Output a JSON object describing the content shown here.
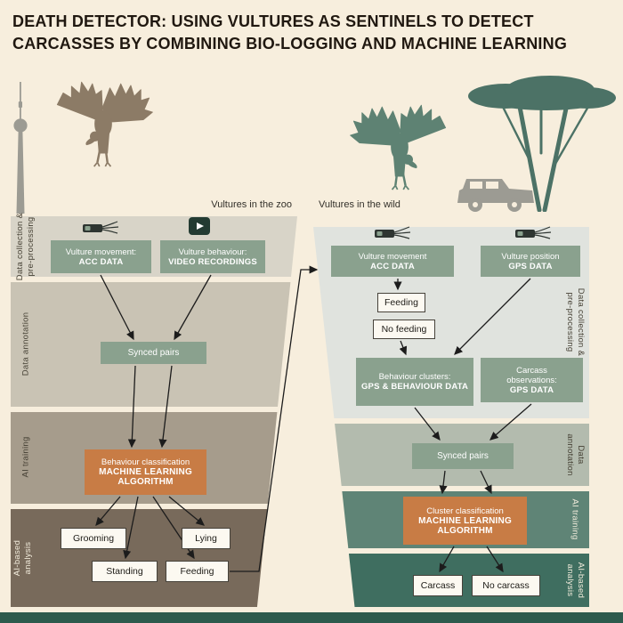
{
  "title": "DEATH DETECTOR: USING VULTURES AS SENTINELS TO DETECT CARCASSES BY COMBINING BIO-LOGGING AND MACHINE LEARNING",
  "columns": {
    "zoo": {
      "header": "Vultures in the zoo"
    },
    "wild": {
      "header": "Vultures in the wild"
    }
  },
  "left_funnel": {
    "stages": [
      {
        "label": "Data collection & pre-processing"
      },
      {
        "label": "Data annotation"
      },
      {
        "label": "AI training"
      },
      {
        "label": "AI-based analysis"
      }
    ],
    "boxes": {
      "acc": {
        "line1": "Vulture movement:",
        "line2": "ACC DATA"
      },
      "video": {
        "line1": "Vulture behaviour:",
        "line2": "VIDEO RECORDINGS"
      },
      "synced": "Synced pairs",
      "ml": {
        "line1": "Behaviour classification",
        "line2": "MACHINE LEARNING ALGORITHM"
      },
      "outputs": [
        "Grooming",
        "Lying",
        "Standing",
        "Feeding"
      ]
    }
  },
  "right_funnel": {
    "stages": [
      {
        "label": "Data collection & pre-processing"
      },
      {
        "label": "Data annotation"
      },
      {
        "label": "AI training"
      },
      {
        "label": "AI-based analysis"
      }
    ],
    "boxes": {
      "acc": {
        "line1": "Vulture movement",
        "line2": "ACC DATA"
      },
      "gps": {
        "line1": "Vulture position",
        "line2": "GPS DATA"
      },
      "feeding": "Feeding",
      "no_feeding": "No feeding",
      "clusters": {
        "line1": "Behaviour clusters:",
        "line2": "GPS & BEHAVIOUR DATA"
      },
      "observations": {
        "line1": "Carcass observations:",
        "line2": "GPS DATA"
      },
      "synced": "Synced pairs",
      "ml": {
        "line1": "Cluster classification",
        "line2": "MACHINE LEARNING ALGORITHM"
      },
      "outputs": [
        "Carcass",
        "No carcass"
      ]
    }
  },
  "icons": {
    "logger": "bio-logger-icon",
    "video": "video-camera-icon"
  },
  "palette": {
    "background": "#f7eedd",
    "sage_box": "#8aa18e",
    "orange_box": "#c87c45",
    "zoo_bands": [
      "#d8d4c8",
      "#c9c3b4",
      "#a69c8c",
      "#786a5b"
    ],
    "wild_bands": [
      "#e0e3de",
      "#b3bbae",
      "#5f8476",
      "#3f6e60"
    ],
    "footer": "#2d5a4d"
  }
}
